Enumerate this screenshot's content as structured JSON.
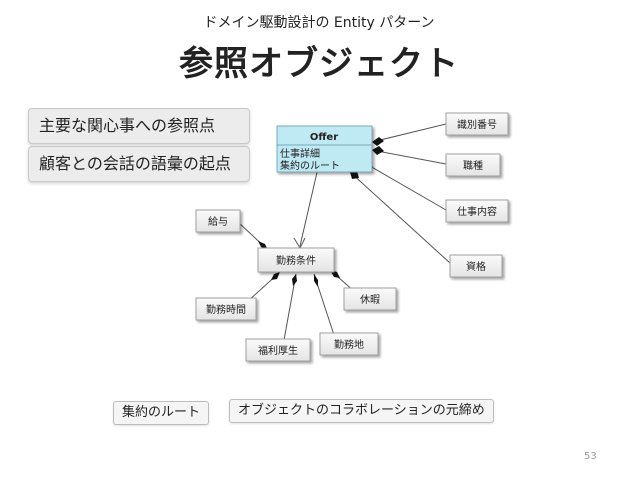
{
  "slide": {
    "subtitle": "ドメイン駆動設計の Entity パターン",
    "title": "参照オブジェクト",
    "page_number": "53"
  },
  "callouts": [
    "主要な関心事への参照点",
    "顧客との会話の語彙の起点"
  ],
  "bottom_labels": [
    "集約のルート",
    "オブジェクトのコラボレーションの元締め"
  ],
  "diagram": {
    "offer": {
      "name": "Offer",
      "attributes": [
        "仕事詳細",
        "集約のルート"
      ]
    },
    "offer_children": [
      "識別番号",
      "職種",
      "仕事内容",
      "資格"
    ],
    "work_terms": "勤務条件",
    "work_terms_children": [
      "給与",
      "休暇",
      "勤務時間",
      "福利厚生",
      "勤務地"
    ]
  },
  "colors": {
    "offer_fill": "#bfe9f3",
    "offer_header": "#9fdcec",
    "box_fill": "#f1f1f1",
    "box_border": "#a0a0a0",
    "line": "#555555"
  }
}
